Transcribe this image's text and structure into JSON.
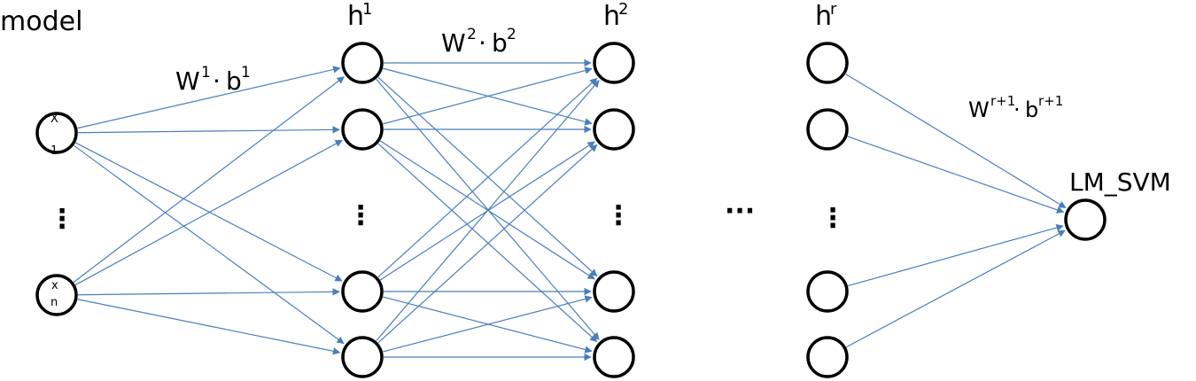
{
  "labels": {
    "model": "model",
    "h1_base": "h",
    "h1_sup": "1",
    "h2_base": "h",
    "h2_sup": "2",
    "hr_base": "h",
    "hr_sup": "r",
    "w1": "W",
    "w1_sup": "1",
    "w1_dot": "·",
    "b1": "b",
    "b1_sup": "1",
    "w2": "W",
    "w2_sup": "2",
    "w2_dot": "·",
    "b2": "b",
    "b2_sup": "2",
    "wr": "W",
    "wr_sup": "r+1",
    "wr_dot": "·",
    "br": "b",
    "br_sup": "r+1",
    "output": "LM_SVM",
    "x1_top": "X",
    "x1_bot": "1",
    "xn_top": "x",
    "xn_bot": "n",
    "ellipsis_vertical": "⋮",
    "ellipsis_horizontal": "···"
  },
  "colors": {
    "edge": "#4a7ebb",
    "node_stroke": "#000000"
  }
}
